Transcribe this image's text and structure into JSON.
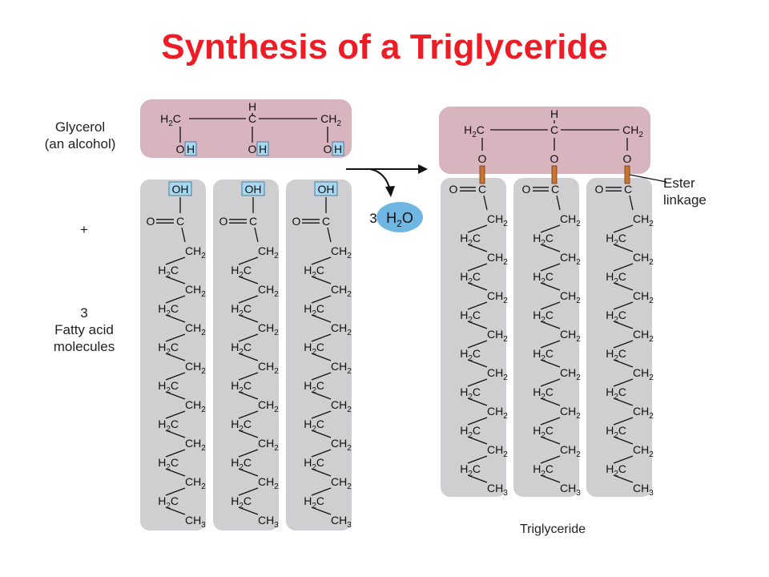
{
  "title": "Synthesis of a Triglyceride",
  "labels": {
    "glycerol_line1": "Glycerol",
    "glycerol_line2": "(an alcohol)",
    "plus": "+",
    "fatty_count": "3",
    "fatty_line1": "Fatty acid",
    "fatty_line2": "molecules",
    "water_coefficient": "3",
    "water_formula": "H",
    "water_subscript": "2",
    "water_o": "O",
    "ester_line1": "Ester",
    "ester_line2": "linkage",
    "triglyceride": "Triglyceride"
  },
  "glycerol_atoms": {
    "h_top": "H",
    "left_group": "H",
    "left_sub": "2",
    "left_c": "C",
    "center_c": "C",
    "right_group": "CH",
    "right_sub": "2",
    "oxygen": "O",
    "hydroxyl_h": "H"
  },
  "fatty_acid_atoms": {
    "hydroxyl": "OH",
    "carbonyl_o": "O",
    "carbonyl_c": "C",
    "ch2_right": "CH",
    "ch2_left_h": "H",
    "ch2_left_c": "C",
    "sub": "2",
    "sub3": "3",
    "terminal": "CH"
  },
  "colors": {
    "title": "#ee1c25",
    "glycerol_box": "#d8b4bf",
    "chain_box": "#cfcfd1",
    "hydroxyl_highlight": "#a7d8f0",
    "water_ellipse": "#6fb6e2",
    "ester_bond": "#c9742f"
  }
}
